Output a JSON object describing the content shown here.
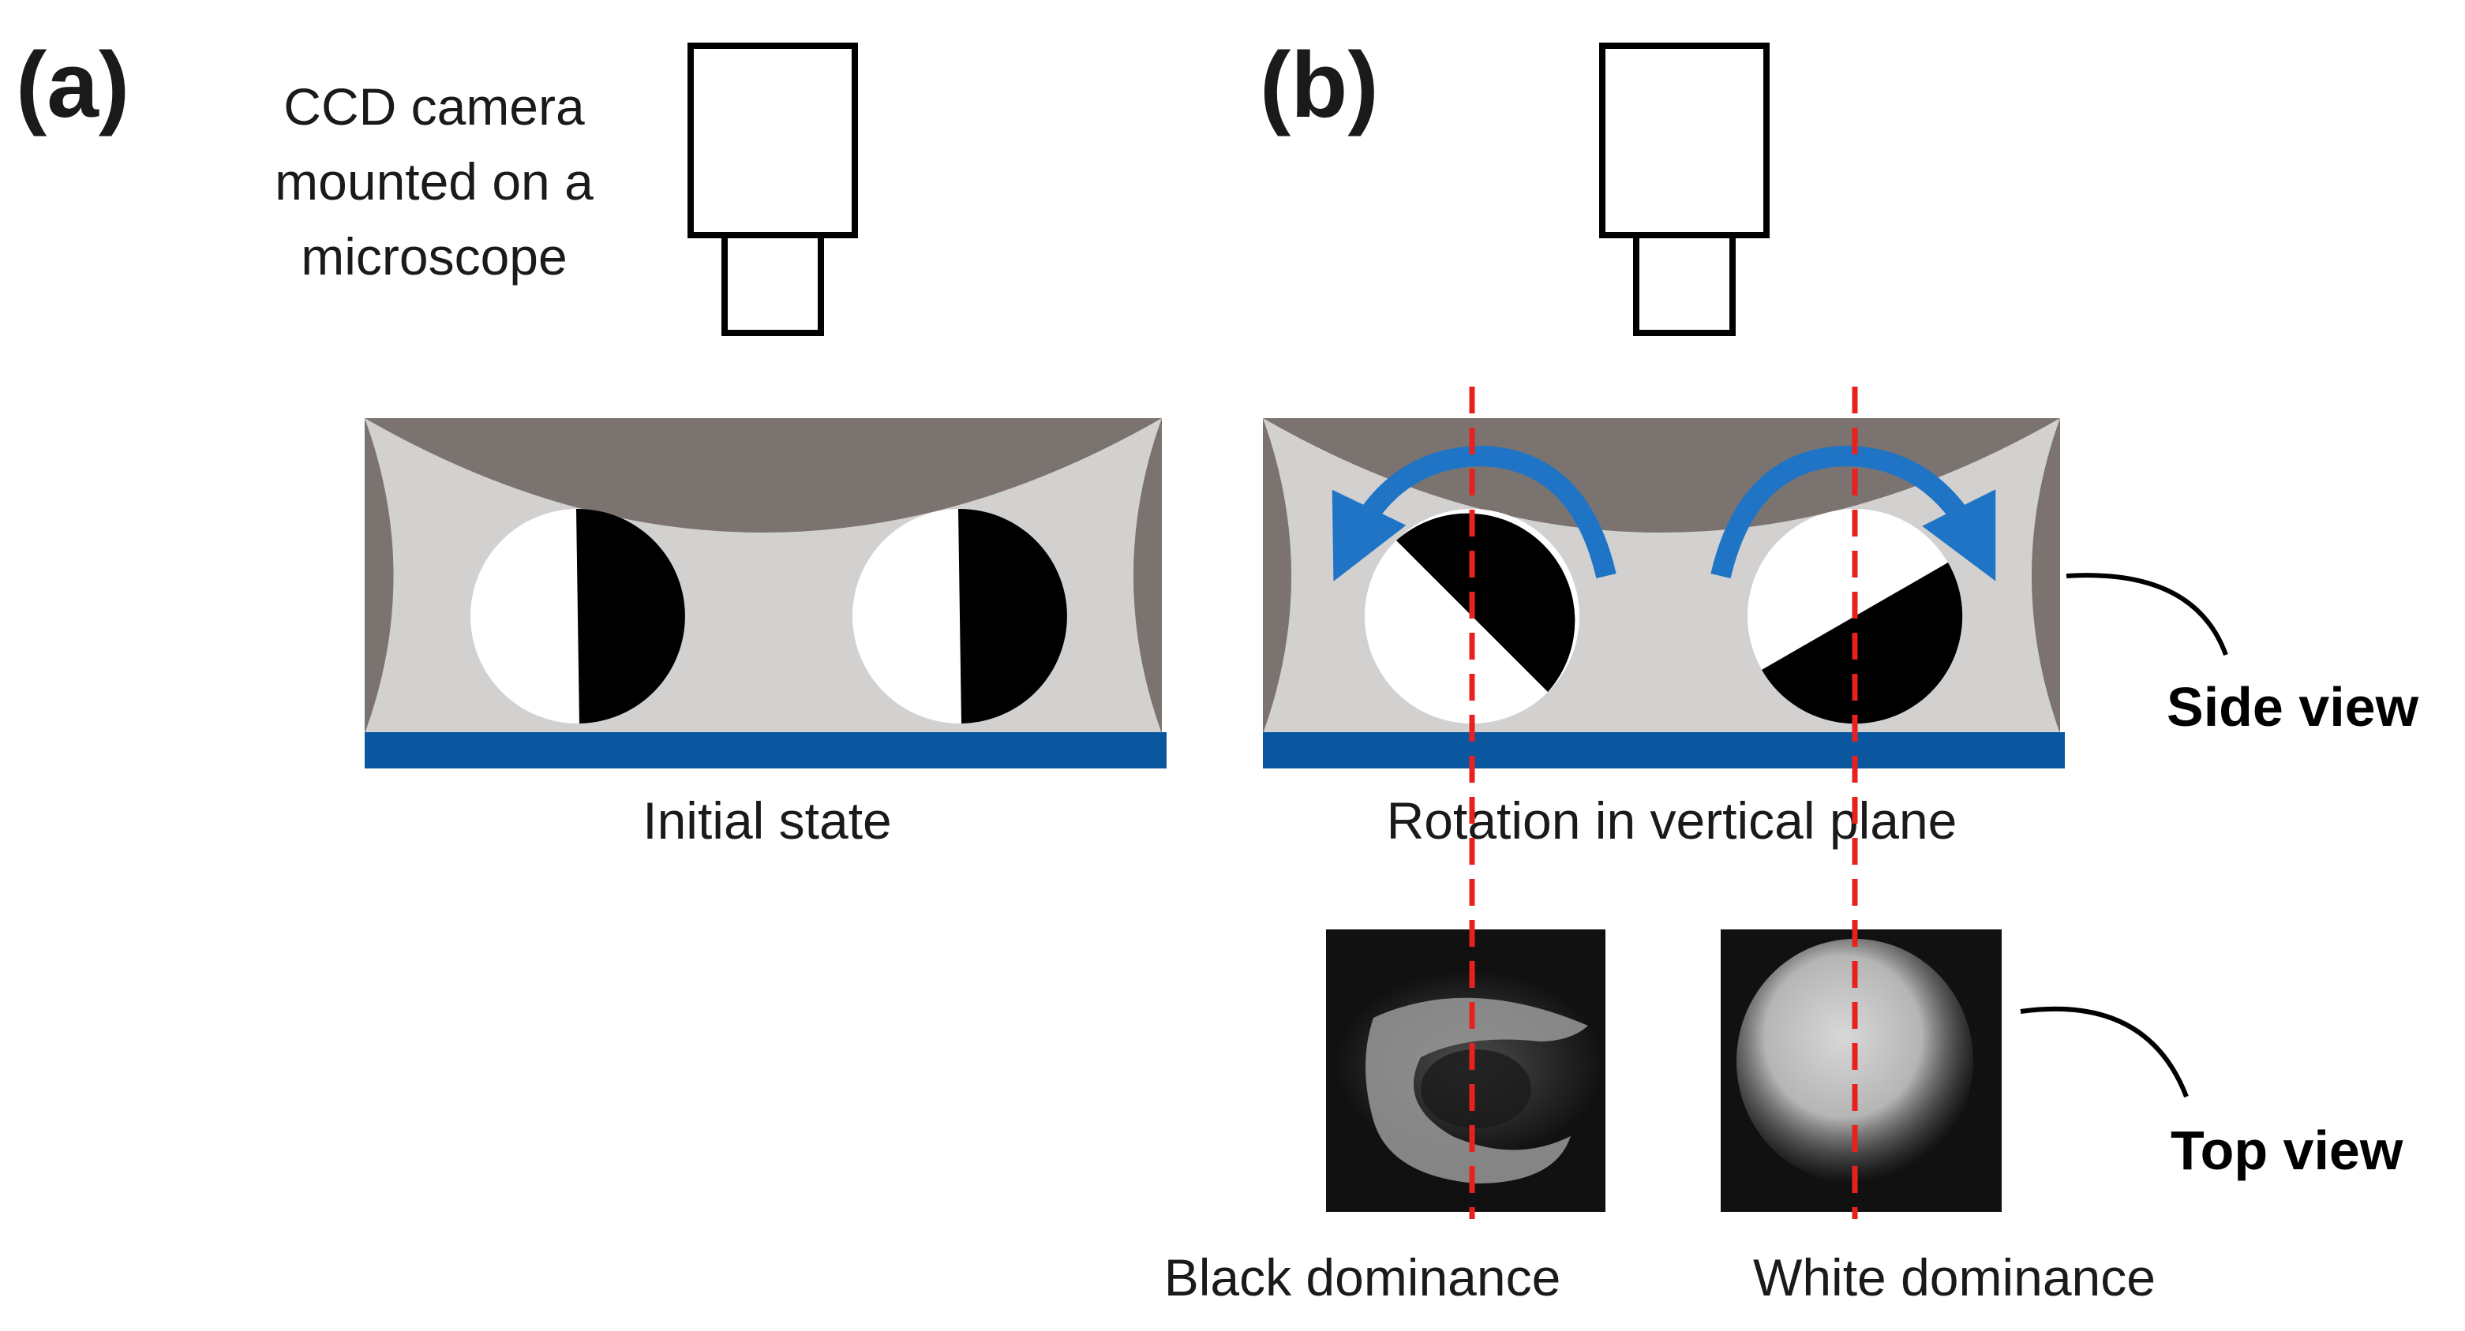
{
  "panel_a": {
    "label": "(a)",
    "camera_label_line1": "CCD camera",
    "camera_label_line2": "mounted on a",
    "camera_label_line3": "microscope",
    "caption": "Initial state"
  },
  "panel_b": {
    "label": "(b)",
    "caption": "Rotation in vertical plane",
    "side_view_label": "Side view",
    "top_view_label": "Top view",
    "image_left_caption": "Black dominance",
    "image_right_caption": "White dominance"
  },
  "colors": {
    "meniscus_dark": "#7a7370",
    "liquid_light": "#d3d0d0",
    "substrate_blue": "#0a57a0",
    "arrow_blue": "#1f74c6",
    "dashed_red": "#e8201e"
  }
}
